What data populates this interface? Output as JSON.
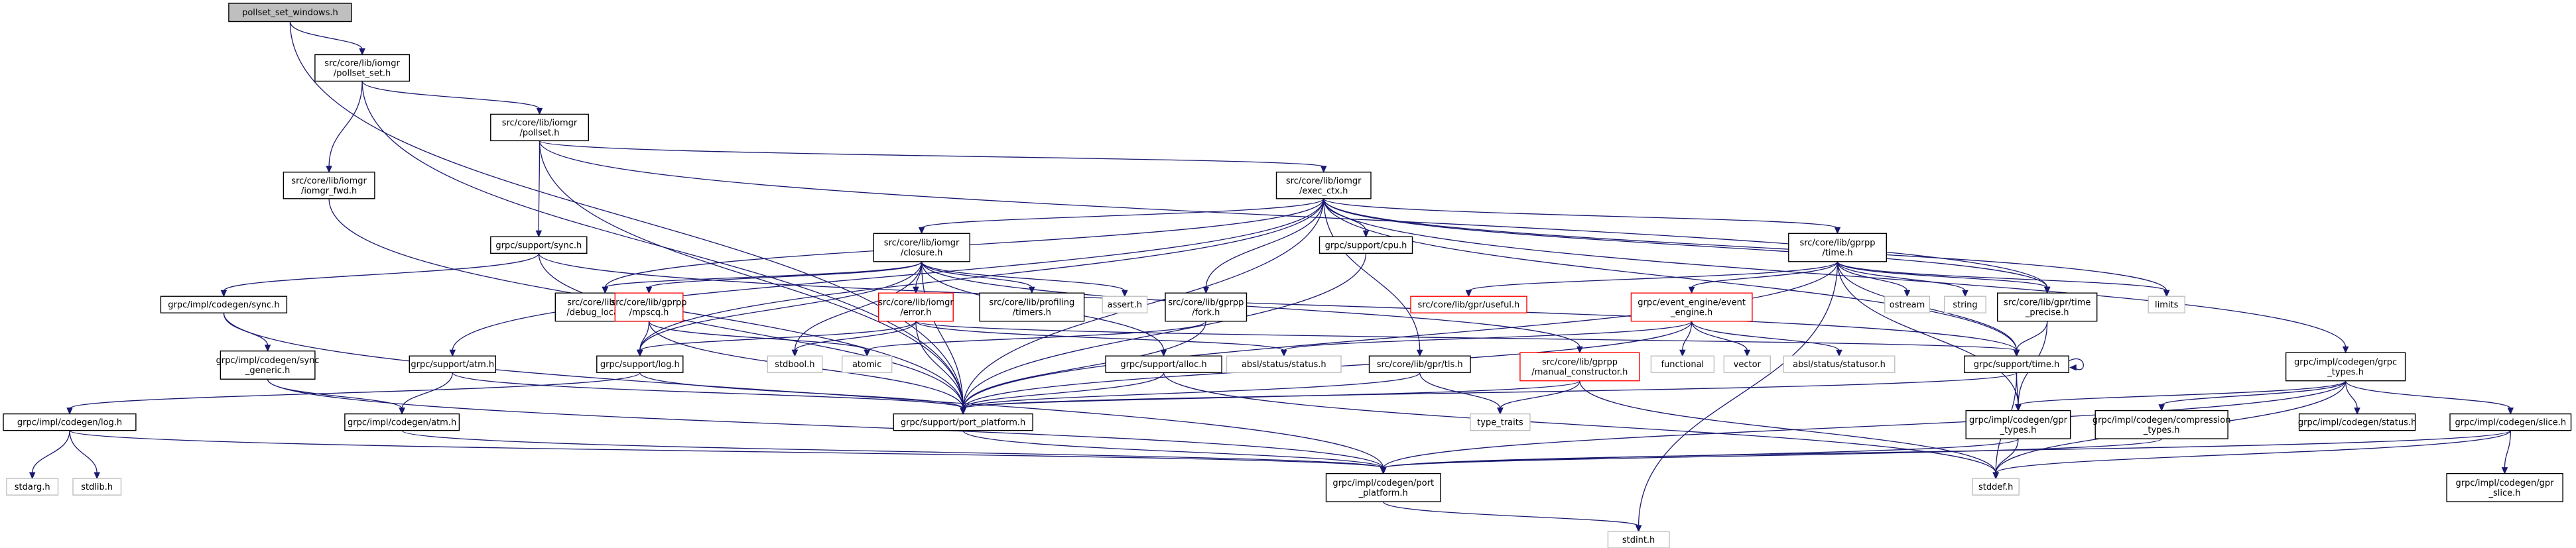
{
  "nodes": [
    {
      "id": "root",
      "lines": [
        "pollset_set_windows.h"
      ],
      "kind": "root"
    },
    {
      "id": "pss",
      "lines": [
        "src/core/lib/iomgr",
        "/pollset_set.h"
      ],
      "kind": "black"
    },
    {
      "id": "ps",
      "lines": [
        "src/core/lib/iomgr",
        "/pollset.h"
      ],
      "kind": "black"
    },
    {
      "id": "ifwd",
      "lines": [
        "src/core/lib/iomgr",
        "/iomgr_fwd.h"
      ],
      "kind": "black"
    },
    {
      "id": "ectx",
      "lines": [
        "src/core/lib/iomgr",
        "/exec_ctx.h"
      ],
      "kind": "black"
    },
    {
      "id": "sync",
      "lines": [
        "grpc/support/sync.h"
      ],
      "kind": "black"
    },
    {
      "id": "closure",
      "lines": [
        "src/core/lib/iomgr",
        "/closure.h"
      ],
      "kind": "black"
    },
    {
      "id": "cpu",
      "lines": [
        "grpc/support/cpu.h"
      ],
      "kind": "black"
    },
    {
      "id": "gtime",
      "lines": [
        "src/core/lib/gprpp",
        "/time.h"
      ],
      "kind": "black"
    },
    {
      "id": "csync",
      "lines": [
        "grpc/impl/codegen/sync.h"
      ],
      "kind": "black"
    },
    {
      "id": "dbg",
      "lines": [
        "src/core/lib/gprpp",
        "/debug_location.h"
      ],
      "kind": "black"
    },
    {
      "id": "mpscq",
      "lines": [
        "src/core/lib/gprpp",
        "/mpscq.h"
      ],
      "kind": "red"
    },
    {
      "id": "err",
      "lines": [
        "src/core/lib/iomgr",
        "/error.h"
      ],
      "kind": "red"
    },
    {
      "id": "prof",
      "lines": [
        "src/core/lib/profiling",
        "/timers.h"
      ],
      "kind": "black"
    },
    {
      "id": "assert",
      "lines": [
        "assert.h"
      ],
      "kind": "gray"
    },
    {
      "id": "fork",
      "lines": [
        "src/core/lib/gprpp",
        "/fork.h"
      ],
      "kind": "black"
    },
    {
      "id": "useful",
      "lines": [
        "src/core/lib/gpr/useful.h"
      ],
      "kind": "red"
    },
    {
      "id": "evee",
      "lines": [
        "grpc/event_engine/event",
        "_engine.h"
      ],
      "kind": "red"
    },
    {
      "id": "ostream",
      "lines": [
        "ostream"
      ],
      "kind": "gray"
    },
    {
      "id": "string",
      "lines": [
        "string"
      ],
      "kind": "gray"
    },
    {
      "id": "tprec",
      "lines": [
        "src/core/lib/gpr/time",
        "_precise.h"
      ],
      "kind": "black"
    },
    {
      "id": "limits",
      "lines": [
        "limits"
      ],
      "kind": "gray"
    },
    {
      "id": "grpctypes",
      "lines": [
        "grpc/impl/codegen/grpc",
        "_types.h"
      ],
      "kind": "black"
    },
    {
      "id": "syncgen",
      "lines": [
        "grpc/impl/codegen/sync",
        "_generic.h"
      ],
      "kind": "black"
    },
    {
      "id": "satm",
      "lines": [
        "grpc/support/atm.h"
      ],
      "kind": "black"
    },
    {
      "id": "slog",
      "lines": [
        "grpc/support/log.h"
      ],
      "kind": "black"
    },
    {
      "id": "stdbool",
      "lines": [
        "stdbool.h"
      ],
      "kind": "gray"
    },
    {
      "id": "atomic",
      "lines": [
        "atomic"
      ],
      "kind": "gray"
    },
    {
      "id": "alloc",
      "lines": [
        "grpc/support/alloc.h"
      ],
      "kind": "black"
    },
    {
      "id": "absst",
      "lines": [
        "absl/status/status.h"
      ],
      "kind": "gray"
    },
    {
      "id": "tls",
      "lines": [
        "src/core/lib/gpr/tls.h"
      ],
      "kind": "black"
    },
    {
      "id": "manual",
      "lines": [
        "src/core/lib/gprpp",
        "/manual_constructor.h"
      ],
      "kind": "red"
    },
    {
      "id": "functional",
      "lines": [
        "functional"
      ],
      "kind": "gray"
    },
    {
      "id": "vector",
      "lines": [
        "vector"
      ],
      "kind": "gray"
    },
    {
      "id": "absstor",
      "lines": [
        "absl/status/statusor.h"
      ],
      "kind": "gray"
    },
    {
      "id": "stime",
      "lines": [
        "grpc/support/time.h"
      ],
      "kind": "black"
    },
    {
      "id": "clog",
      "lines": [
        "grpc/impl/codegen/log.h"
      ],
      "kind": "black"
    },
    {
      "id": "catm",
      "lines": [
        "grpc/impl/codegen/atm.h"
      ],
      "kind": "black"
    },
    {
      "id": "spp",
      "lines": [
        "grpc/support/port_platform.h"
      ],
      "kind": "black"
    },
    {
      "id": "ttraits",
      "lines": [
        "type_traits"
      ],
      "kind": "gray"
    },
    {
      "id": "gprtypes",
      "lines": [
        "grpc/impl/codegen/gpr",
        "_types.h"
      ],
      "kind": "black"
    },
    {
      "id": "comp",
      "lines": [
        "grpc/impl/codegen/compression",
        "_types.h"
      ],
      "kind": "black"
    },
    {
      "id": "status",
      "lines": [
        "grpc/impl/codegen/status.h"
      ],
      "kind": "black"
    },
    {
      "id": "slice",
      "lines": [
        "grpc/impl/codegen/slice.h"
      ],
      "kind": "black"
    },
    {
      "id": "stdarg",
      "lines": [
        "stdarg.h"
      ],
      "kind": "gray"
    },
    {
      "id": "stdlib",
      "lines": [
        "stdlib.h"
      ],
      "kind": "gray"
    },
    {
      "id": "cpp",
      "lines": [
        "grpc/impl/codegen/port",
        "_platform.h"
      ],
      "kind": "black"
    },
    {
      "id": "stddef",
      "lines": [
        "stddef.h"
      ],
      "kind": "gray"
    },
    {
      "id": "gprslice",
      "lines": [
        "grpc/impl/codegen/gpr",
        "_slice.h"
      ],
      "kind": "black"
    },
    {
      "id": "stdint",
      "lines": [
        "stdint.h"
      ],
      "kind": "gray"
    }
  ],
  "edges": [
    [
      "root",
      "pss"
    ],
    [
      "root",
      "spp"
    ],
    [
      "pss",
      "ps"
    ],
    [
      "pss",
      "ifwd"
    ],
    [
      "pss",
      "spp"
    ],
    [
      "ps",
      "ectx"
    ],
    [
      "ps",
      "sync"
    ],
    [
      "ps",
      "tprec"
    ],
    [
      "ps",
      "spp"
    ],
    [
      "ifwd",
      "spp"
    ],
    [
      "ectx",
      "closure"
    ],
    [
      "ectx",
      "cpu"
    ],
    [
      "ectx",
      "gtime"
    ],
    [
      "ectx",
      "grpctypes"
    ],
    [
      "ectx",
      "satm"
    ],
    [
      "ectx",
      "dbg"
    ],
    [
      "ectx",
      "fork"
    ],
    [
      "ectx",
      "tls"
    ],
    [
      "ectx",
      "tprec"
    ],
    [
      "ectx",
      "limits"
    ],
    [
      "ectx",
      "stime"
    ],
    [
      "ectx",
      "spp"
    ],
    [
      "ectx",
      "slog"
    ],
    [
      "sync",
      "csync"
    ],
    [
      "sync",
      "stime"
    ],
    [
      "sync",
      "spp"
    ],
    [
      "csync",
      "syncgen"
    ],
    [
      "csync",
      "cpp"
    ],
    [
      "syncgen",
      "catm"
    ],
    [
      "syncgen",
      "cpp"
    ],
    [
      "closure",
      "dbg"
    ],
    [
      "closure",
      "mpscq"
    ],
    [
      "closure",
      "err"
    ],
    [
      "closure",
      "prof"
    ],
    [
      "closure",
      "assert"
    ],
    [
      "closure",
      "stdbool"
    ],
    [
      "closure",
      "alloc"
    ],
    [
      "closure",
      "manual"
    ],
    [
      "closure",
      "spp"
    ],
    [
      "closure",
      "slog"
    ],
    [
      "mpscq",
      "atomic"
    ],
    [
      "mpscq",
      "slog"
    ],
    [
      "mpscq",
      "spp"
    ],
    [
      "err",
      "stdbool"
    ],
    [
      "err",
      "slog"
    ],
    [
      "err",
      "absst"
    ],
    [
      "err",
      "spp"
    ],
    [
      "err",
      "stime"
    ],
    [
      "cpu",
      "spp"
    ],
    [
      "fork",
      "atomic"
    ],
    [
      "fork",
      "spp"
    ],
    [
      "gtime",
      "useful"
    ],
    [
      "gtime",
      "evee"
    ],
    [
      "gtime",
      "ostream"
    ],
    [
      "gtime",
      "string"
    ],
    [
      "gtime",
      "tprec"
    ],
    [
      "gtime",
      "limits"
    ],
    [
      "gtime",
      "stime"
    ],
    [
      "gtime",
      "gprtypes"
    ],
    [
      "gtime",
      "spp"
    ],
    [
      "gtime",
      "stdint"
    ],
    [
      "evee",
      "functional"
    ],
    [
      "evee",
      "vector"
    ],
    [
      "evee",
      "absst"
    ],
    [
      "evee",
      "absstor"
    ],
    [
      "evee",
      "spp"
    ],
    [
      "tprec",
      "stime"
    ],
    [
      "tprec",
      "gprtypes"
    ],
    [
      "grpctypes",
      "gprtypes"
    ],
    [
      "grpctypes",
      "comp"
    ],
    [
      "grpctypes",
      "status"
    ],
    [
      "grpctypes",
      "slice"
    ],
    [
      "grpctypes",
      "cpp"
    ],
    [
      "grpctypes",
      "stddef"
    ],
    [
      "satm",
      "catm"
    ],
    [
      "satm",
      "spp"
    ],
    [
      "slog",
      "clog"
    ],
    [
      "slog",
      "spp"
    ],
    [
      "alloc",
      "spp"
    ],
    [
      "alloc",
      "stddef"
    ],
    [
      "tls",
      "spp"
    ],
    [
      "tls",
      "ttraits"
    ],
    [
      "manual",
      "ttraits"
    ],
    [
      "manual",
      "spp"
    ],
    [
      "manual",
      "stddef"
    ],
    [
      "stime",
      "stime"
    ],
    [
      "stime",
      "spp"
    ],
    [
      "stime",
      "gprtypes"
    ],
    [
      "stime",
      "stddef"
    ],
    [
      "clog",
      "stdarg"
    ],
    [
      "clog",
      "stdlib"
    ],
    [
      "clog",
      "cpp"
    ],
    [
      "catm",
      "cpp"
    ],
    [
      "spp",
      "cpp"
    ],
    [
      "gprtypes",
      "cpp"
    ],
    [
      "gprtypes",
      "stddef"
    ],
    [
      "comp",
      "cpp"
    ],
    [
      "slice",
      "cpp"
    ],
    [
      "slice",
      "stddef"
    ],
    [
      "slice",
      "gprslice"
    ],
    [
      "cpp",
      "stdint"
    ]
  ]
}
